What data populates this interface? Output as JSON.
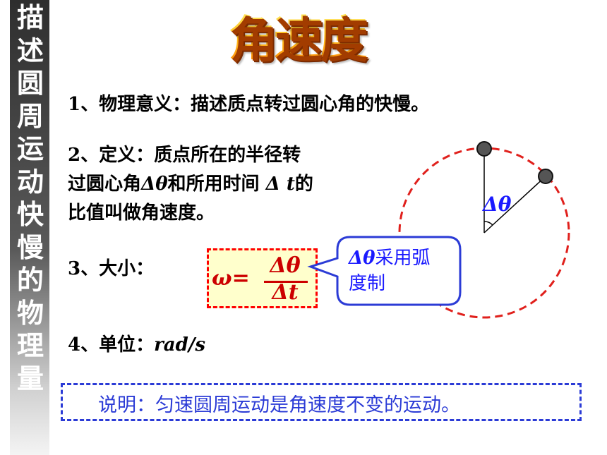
{
  "side_title": [
    "描",
    "述",
    "圆",
    "周",
    "运",
    "动",
    "快",
    "慢",
    "的",
    "物",
    "理",
    "量"
  ],
  "title": "角速度",
  "p1": "1、物理意义：描述质点转过圆心角的快慢。",
  "p2": {
    "line1": "2、定义：质点所在的半径转",
    "line2_a": "过圆心角",
    "line2_sym": "Δθ",
    "line2_b": "和所用时间",
    "line2_sym2": "Δ t",
    "line2_c": "的",
    "line3": "比值叫做角速度。"
  },
  "p3": "3、大小：",
  "formula": {
    "lhs": "ω=",
    "numerator": "Δθ",
    "denominator": "Δt"
  },
  "callout": {
    "sym": "Δθ",
    "text1": "采用弧",
    "text2": "度制"
  },
  "p4": {
    "label": "4、单位：",
    "unit": "rad/s"
  },
  "theta_label": "θ",
  "note": "说明：匀速圆周运动是角速度不变的运动。",
  "colors": {
    "strip_dark": "#2e2e2e",
    "red": "#ff0000",
    "blue": "#1a1aff",
    "formula_bg": "#ffffcc",
    "note_border": "#2b3bd6"
  }
}
